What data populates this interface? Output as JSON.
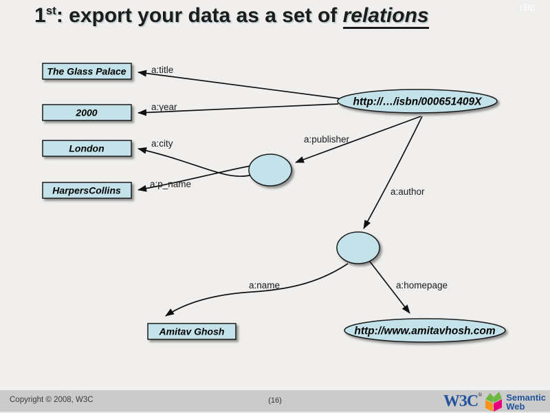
{
  "slide": {
    "title": {
      "number": "1",
      "superscript": "st",
      "rest": ": export your data as a set of ",
      "emphasis": "relations"
    },
    "corner_page_number": "(16)"
  },
  "diagram": {
    "boxes": [
      {
        "label": "The Glass Palace"
      },
      {
        "label": "2000"
      },
      {
        "label": "London"
      },
      {
        "label": "HarpersCollins"
      },
      {
        "label": "Amitav Ghosh"
      }
    ],
    "ellipses": [
      {
        "label": "http://…/isbn/000651409X"
      },
      {
        "label": "http://www.amitavhosh.com"
      },
      {
        "label": ""
      },
      {
        "label": ""
      }
    ],
    "edge_labels": {
      "title": "a:title",
      "year": "a:year",
      "city": "a:city",
      "p_name": "a:p_name",
      "publisher": "a:publisher",
      "author": "a:author",
      "name": "a:name",
      "homepage": "a:homepage"
    }
  },
  "footer": {
    "copyright": "Copyright © 2008, W3C",
    "page_number": "(16)",
    "logos": {
      "w3c": "W3C",
      "registered": "®",
      "semantic_line1": "Semantic",
      "semantic_line2": "Web"
    }
  },
  "colors": {
    "node_fill": "#c3e2ea",
    "node_stroke": "#1a1a1a",
    "background": "#f0efed",
    "footer_bg": "#cbcbcb",
    "w3c_blue": "#22539b",
    "cube_green": "#6cb83f",
    "cube_orange": "#f7941d",
    "cube_magenta": "#e6007e"
  }
}
